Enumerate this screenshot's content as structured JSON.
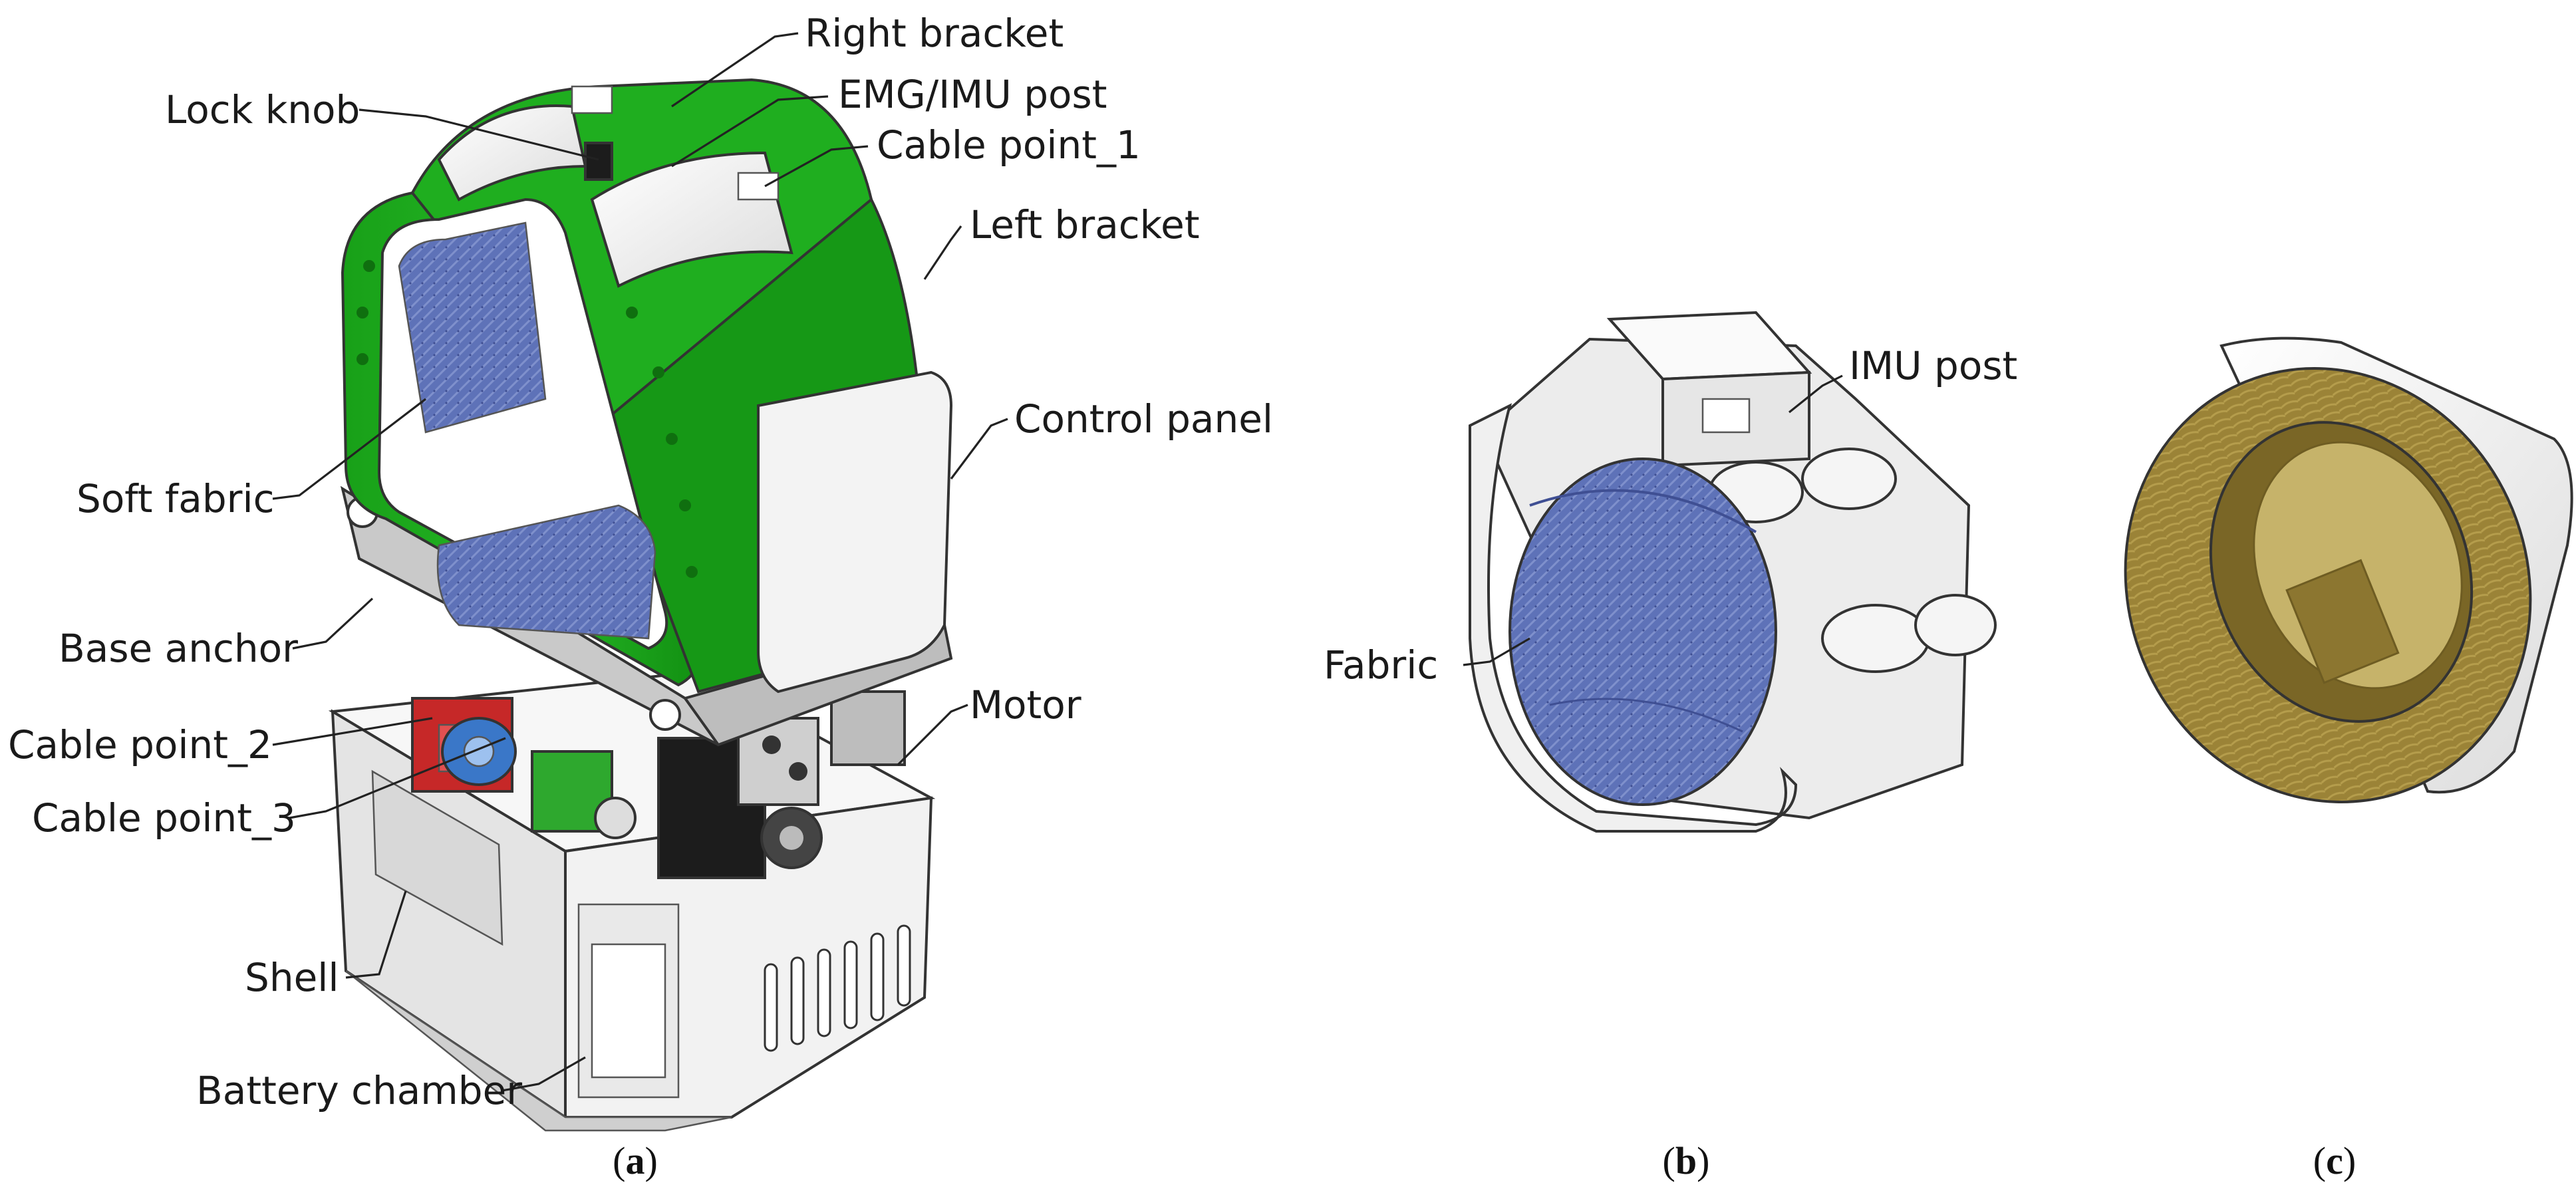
{
  "figure": {
    "labels": {
      "right_bracket": "Right bracket",
      "lock_knob": "Lock knob",
      "emg_imu_post": "EMG/IMU post",
      "cable_point_1": "Cable point_1",
      "left_bracket": "Left bracket",
      "control_panel": "Control panel",
      "soft_fabric": "Soft fabric",
      "base_anchor": "Base anchor",
      "cable_point_2": "Cable point_2",
      "motor": "Motor",
      "cable_point_3": "Cable point_3",
      "shell": "Shell",
      "battery_chamber": "Battery chamber",
      "imu_post": "IMU post",
      "fabric": "Fabric"
    },
    "captions": {
      "a": {
        "open": "(",
        "letter": "a",
        "close": ")"
      },
      "b": {
        "open": "(",
        "letter": "b",
        "close": ")"
      },
      "c": {
        "open": "(",
        "letter": "c",
        "close": ")"
      }
    },
    "colors": {
      "bracket_green": "#1faa1f",
      "bracket_green_dark": "#148a14",
      "fabric_blue": "#5e72b8",
      "fabric_blue_dark": "#3f4f93",
      "shell_white": "#f4f4f4",
      "shell_grey": "#d9d9d9",
      "brass": "#9b8337",
      "brass_dark": "#6e5c22",
      "part_red": "#c62828",
      "part_black": "#1c1c1c"
    }
  }
}
